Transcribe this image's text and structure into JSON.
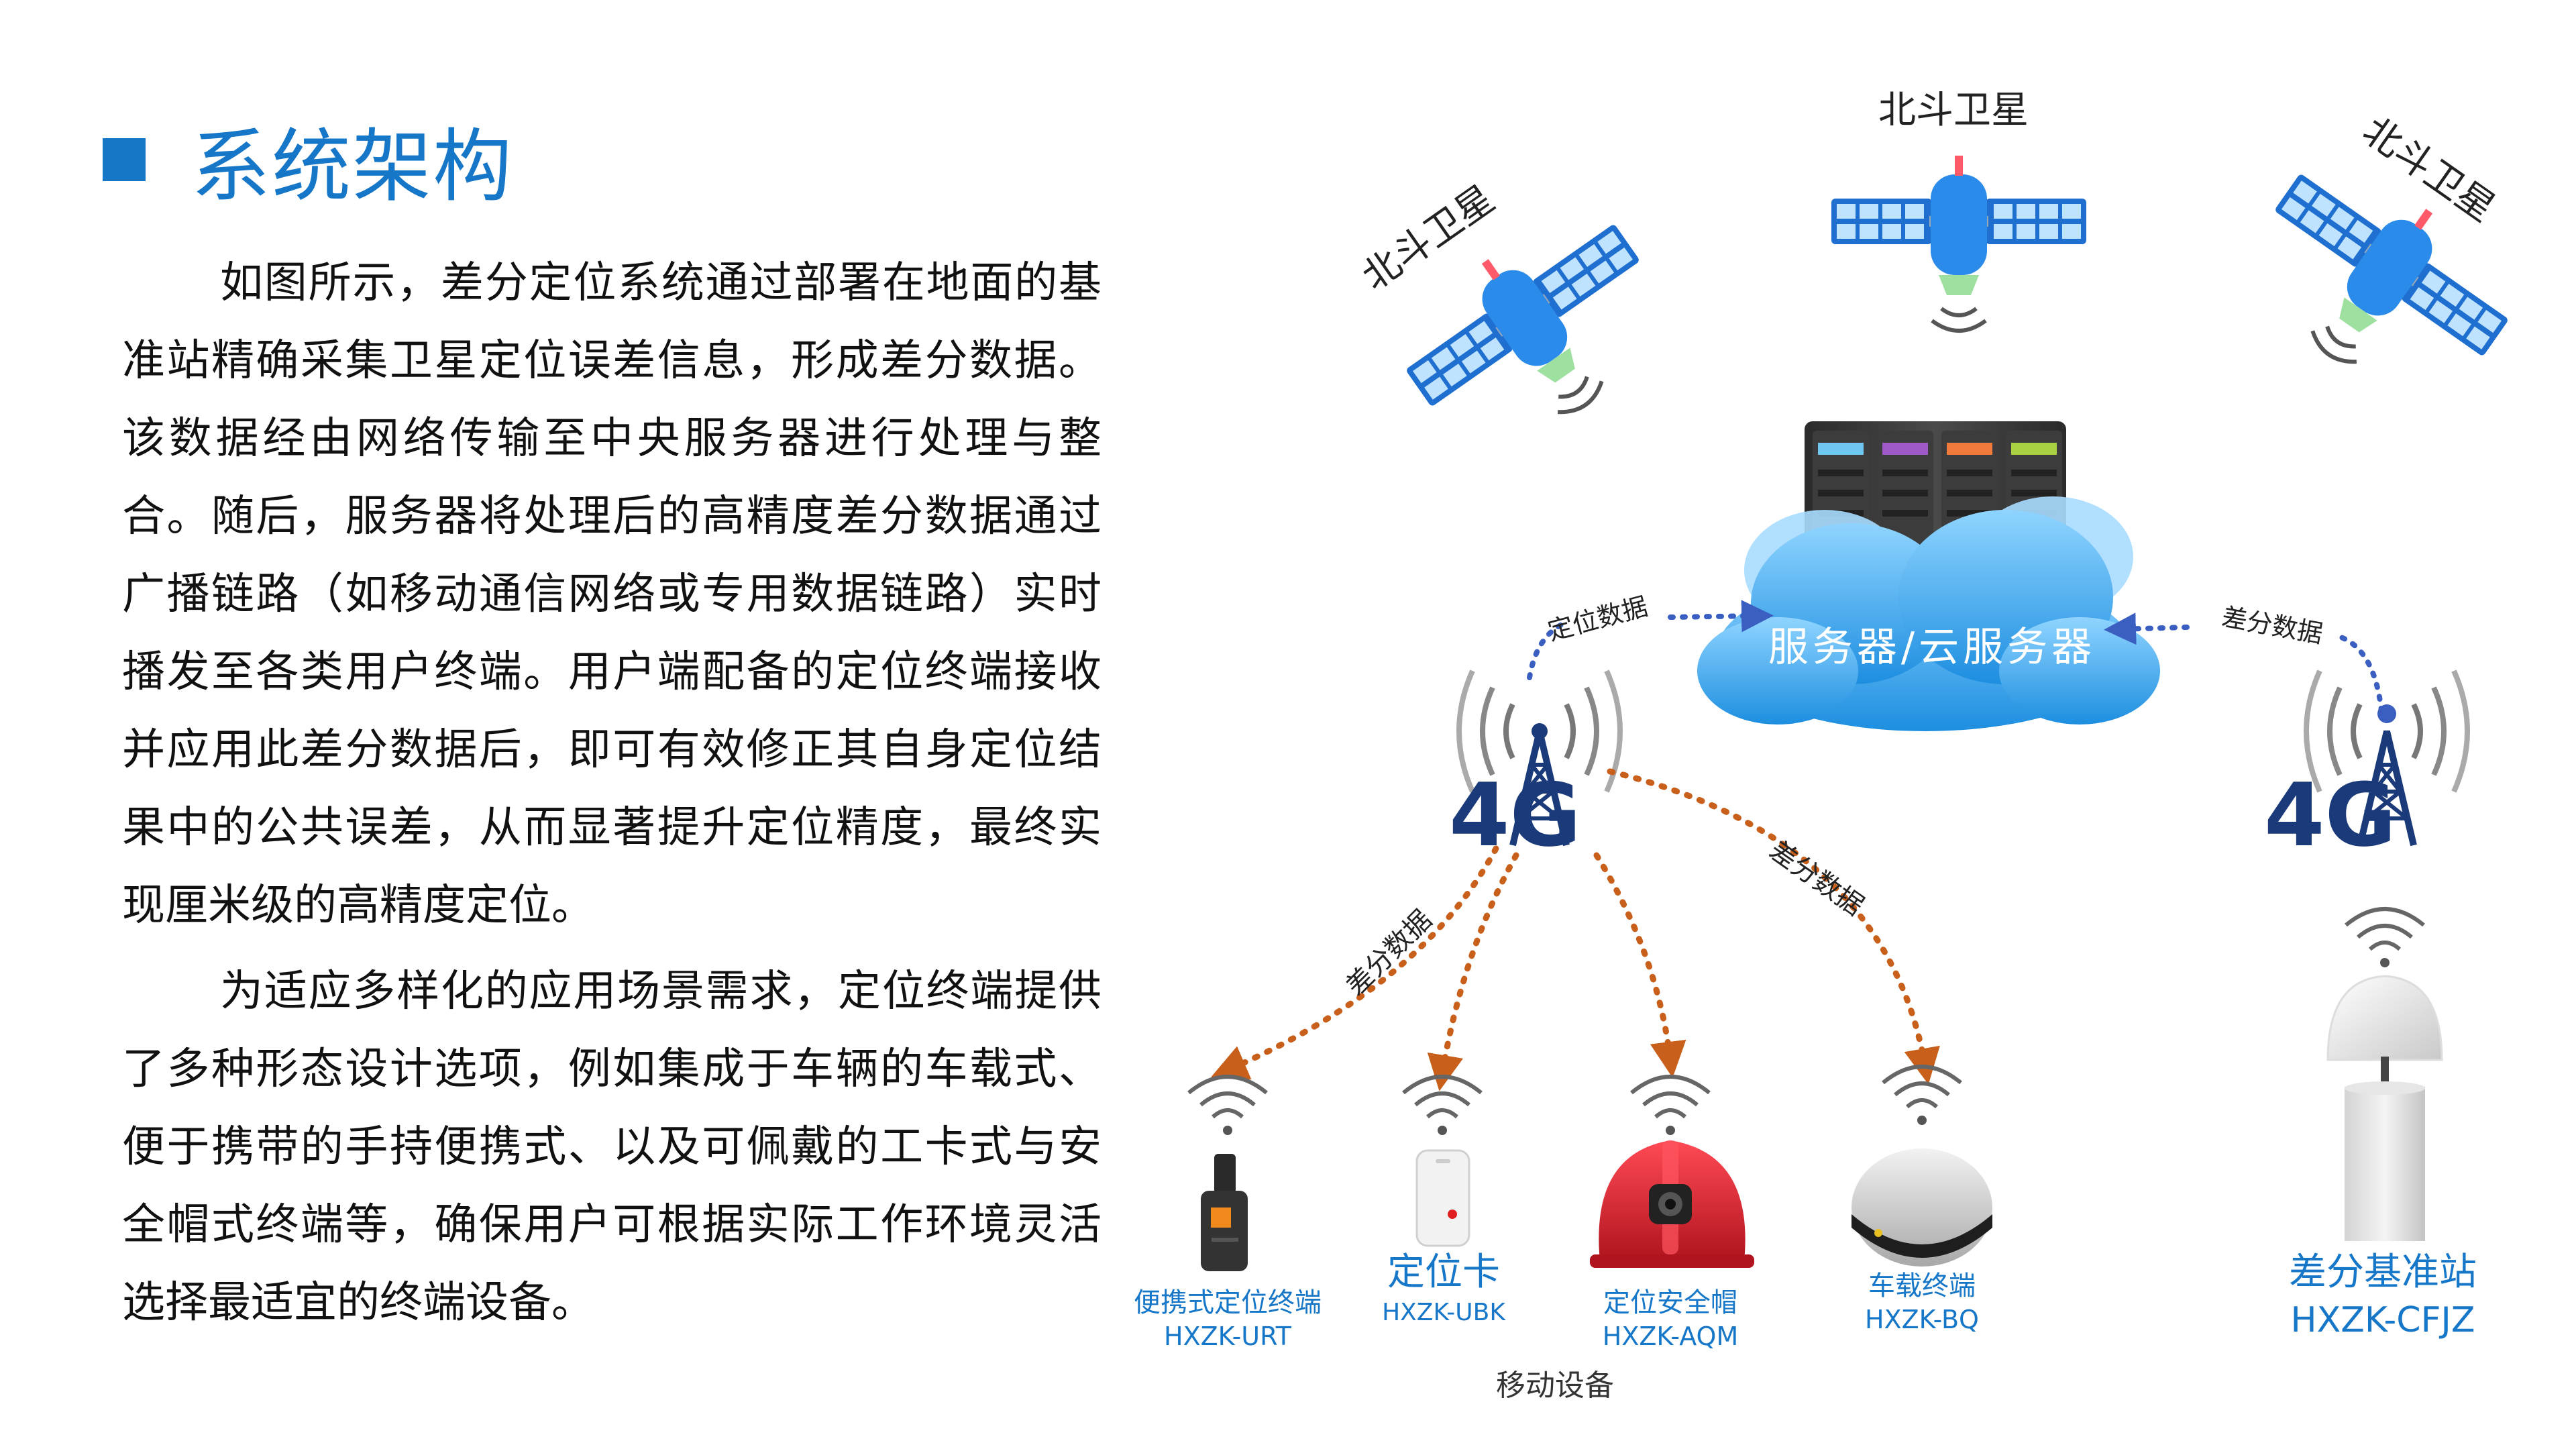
{
  "header": {
    "title": "系统架构"
  },
  "body_text": {
    "paragraph_1": "如图所示，差分定位系统通过部署在地面的基准站精确采集卫星定位误差信息，形成差分数据。该数据经由网络传输至中央服务器进行处理与整合。随后，服务器将处理后的高精度差分数据通过广播链路（如移动通信网络或专用数据链路）实时播发至各类用户终端。用户端配备的定位终端接收并应用此差分数据后，即可有效修正其自身定位结果中的公共误差，从而显著提升定位精度，最终实现厘米级的高精度定位。",
    "paragraph_2": "为适应多样化的应用场景需求，定位终端提供了多种形态设计选项，例如集成于车辆的车载式、便于携带的手持便携式、以及可佩戴的工卡式与安全帽式终端等，确保用户可根据实际工作环境灵活选择最适宜的终端设备。"
  },
  "diagram": {
    "satellites": [
      {
        "label": "北斗卫星"
      },
      {
        "label": "北斗卫星"
      },
      {
        "label": "北斗卫星"
      }
    ],
    "server": {
      "label": "服务器/云服务器"
    },
    "links": {
      "positioning_data": "定位数据",
      "diff_data_base": "差分数据",
      "diff_data_left": "差分数据",
      "diff_data_right": "差分数据"
    },
    "towers": [
      {
        "label": "4G"
      },
      {
        "label": "4G"
      }
    ],
    "devices": [
      {
        "name": "便携式定位终端",
        "model": "HXZK-URT"
      },
      {
        "name": "定位卡",
        "model": "HXZK-UBK"
      },
      {
        "name": "定位安全帽",
        "model": "HXZK-AQM"
      },
      {
        "name": "车载终端",
        "model": "HXZK-BQ"
      }
    ],
    "mobile_group_label": "移动设备",
    "base_station": {
      "name": "差分基准站",
      "model": "HXZK-CFJZ"
    },
    "colors": {
      "accent_blue": "#1677c8",
      "arrow_orange": "#c8601c",
      "arrow_blue": "#3a5fc0",
      "helmet_red": "#d8232f"
    }
  }
}
